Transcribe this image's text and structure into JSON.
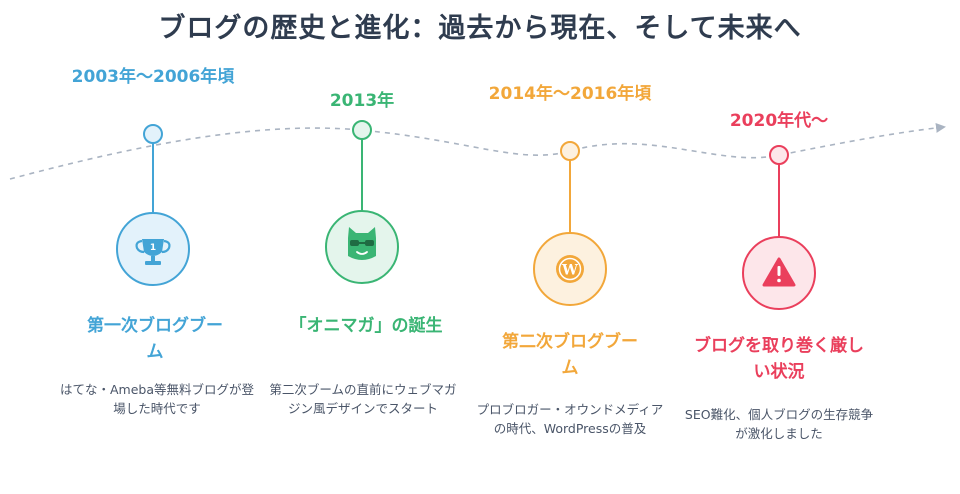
{
  "title": "ブログの歴史と進化：過去から現在、そして未来へ",
  "colors": {
    "axis": "#aab4c2",
    "blue": "#43a4d6",
    "green": "#3ab574",
    "orange": "#f2a73a",
    "red": "#ea3f5c",
    "text_dark": "#2f3c4f",
    "text_desc": "#4a5568"
  },
  "events": [
    {
      "period": "2003年〜2006年頃",
      "icon": "trophy-icon",
      "heading": "第一次ブログブーム",
      "description": "はてな・Ameba等無料ブログが登場した時代です"
    },
    {
      "period": "2013年",
      "icon": "cat-glasses-icon",
      "heading": "「オニマガ」の誕生",
      "description": "第二次ブームの直前にウェブマガジン風デザインでスタート"
    },
    {
      "period": "2014年〜2016年頃",
      "icon": "wordpress-icon",
      "heading": "第二次ブログブーム",
      "description": "プロブロガー・オウンドメディアの時代、WordPressの普及"
    },
    {
      "period": "2020年代〜",
      "icon": "warning-icon",
      "heading": "ブログを取り巻く厳しい状況",
      "description": "SEO難化、個人ブログの生存競争が激化しました"
    }
  ]
}
